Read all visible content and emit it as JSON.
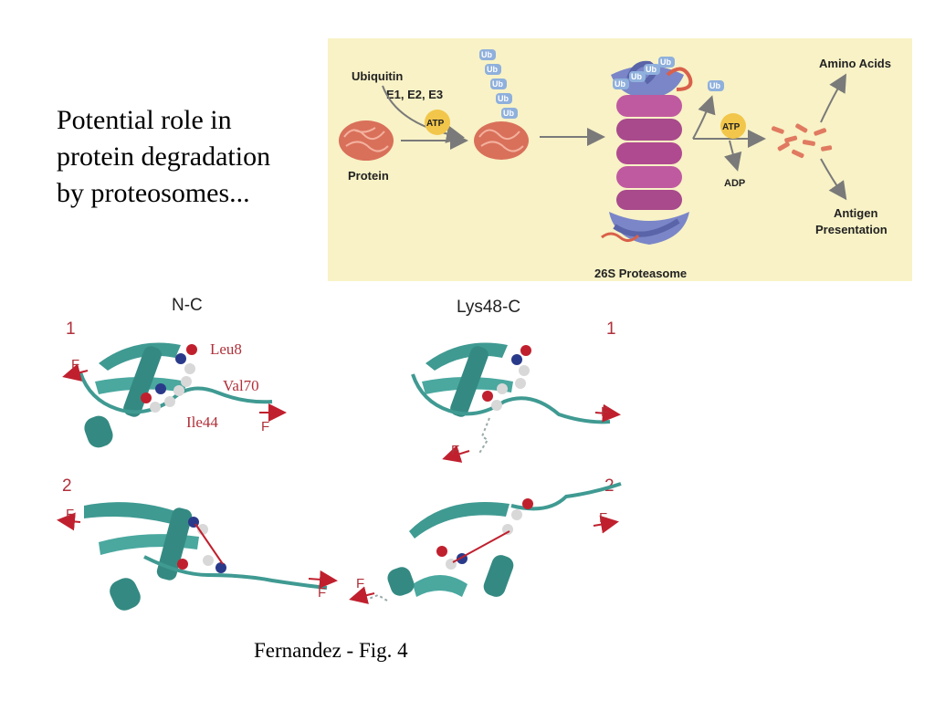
{
  "main_text": {
    "line1": "Potential role in",
    "line2": "protein degradation",
    "line3": "by proteosomes..."
  },
  "pathway": {
    "ubiquitin": "Ubiquitin",
    "enzymes": "E1, E2, E3",
    "atp1": "ATP",
    "protein": "Protein",
    "atp2": "ATP",
    "adp": "ADP",
    "amino_acids": "Amino Acids",
    "antigen_line1": "Antigen",
    "antigen_line2": "Presentation",
    "proteasome": "26S Proteasome",
    "ub_tag": "Ub"
  },
  "simulations": {
    "title_left": "N-C",
    "title_right": "Lys48-C",
    "row1_num": "1",
    "row2_num": "2",
    "res_leu": "Leu8",
    "res_val": "Val70",
    "res_ile": "Ile44",
    "force": "F"
  },
  "caption": "Fernandez - Fig. 4",
  "colors": {
    "panel_bg": "#f8f2c6",
    "protein": "#d9705a",
    "atp": "#f2c64a",
    "proteasome_ring": "#b04a90",
    "proteasome_cap": "#7a86c8",
    "ub_tag": "#8fb0dc",
    "ribbon": "#3f9a92",
    "force_arrow": "#c0202e"
  }
}
